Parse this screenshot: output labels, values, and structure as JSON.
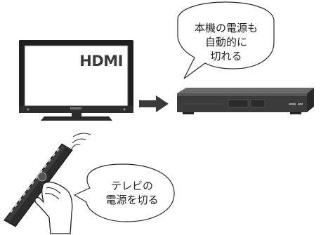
{
  "tv": {
    "screen_label": "HDMI",
    "colors": {
      "bezel": "#1f1f1f",
      "screen": "#ffffff",
      "stand": "#2a2a2a"
    }
  },
  "recorder_bubble": {
    "lines": [
      "本機の電源も",
      "自動的に",
      "切れる"
    ]
  },
  "remote_bubble": {
    "lines": [
      "テレビの",
      "電源を切る"
    ]
  },
  "icons": [
    "tv-icon",
    "arrow-right-icon",
    "recorder-icon",
    "remote-control-icon",
    "hand-icon",
    "signal-waves-icon"
  ]
}
